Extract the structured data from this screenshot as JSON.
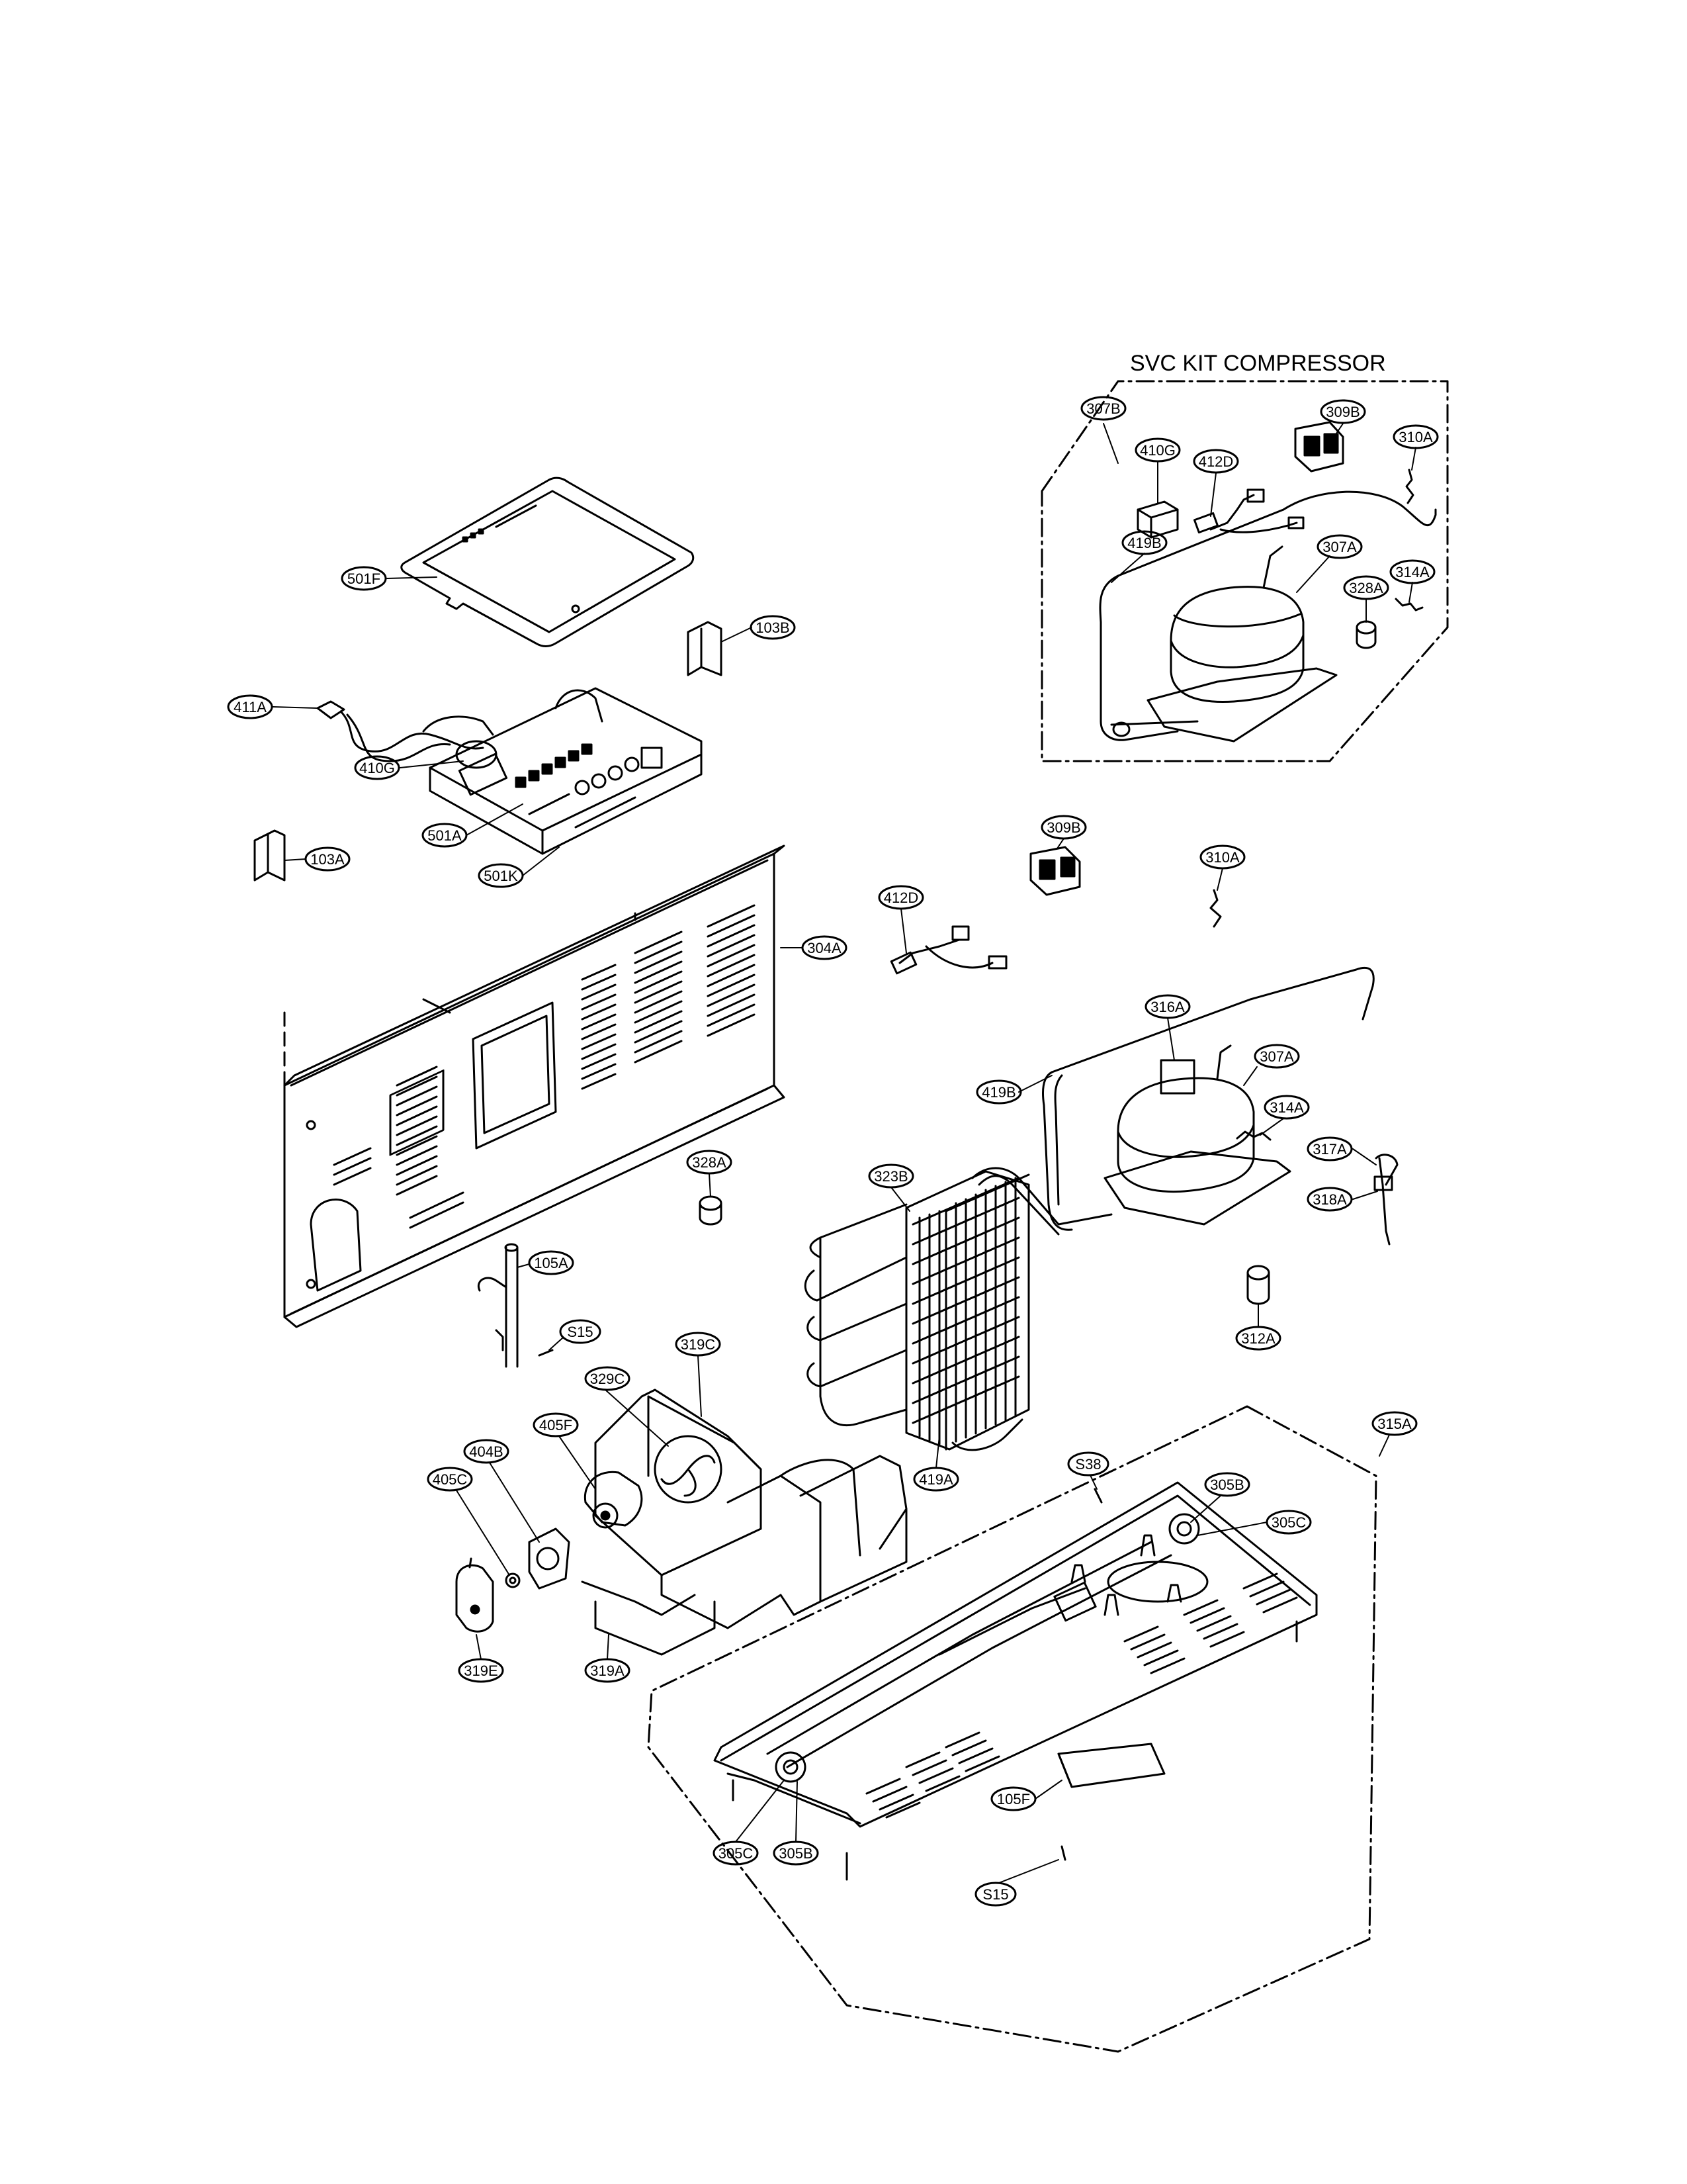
{
  "diagram": {
    "kit_title": "SVC KIT COMPRESSOR",
    "callouts": {
      "k307B": "307B",
      "k309B": "309B",
      "k310A": "310A",
      "k410G": "410G",
      "k412D": "412D",
      "k419B": "419B",
      "k307A": "307A",
      "k314A": "314A",
      "k328A": "328A",
      "c501F": "501F",
      "c103B": "103B",
      "c411A": "411A",
      "c410G": "410G",
      "c501A": "501A",
      "c501K": "501K",
      "c103A": "103A",
      "c304A": "304A",
      "c309B": "309B",
      "c310A": "310A",
      "c412D": "412D",
      "c316A": "316A",
      "c307A": "307A",
      "c419B": "419B",
      "c314A": "314A",
      "c317A": "317A",
      "c318A": "318A",
      "c328A": "328A",
      "c323B": "323B",
      "c105A": "105A",
      "cS15a": "S15",
      "c319C": "319C",
      "c329C": "329C",
      "c405F": "405F",
      "c404B": "404B",
      "c405C": "405C",
      "c312A": "312A",
      "c419A": "419A",
      "c315A": "315A",
      "cS38": "S38",
      "c305B": "305B",
      "c305C": "305C",
      "c319E": "319E",
      "c319A": "319A",
      "c105F": "105F",
      "c305Cb": "305C",
      "c305Bb": "305B",
      "cS15b": "S15"
    }
  }
}
